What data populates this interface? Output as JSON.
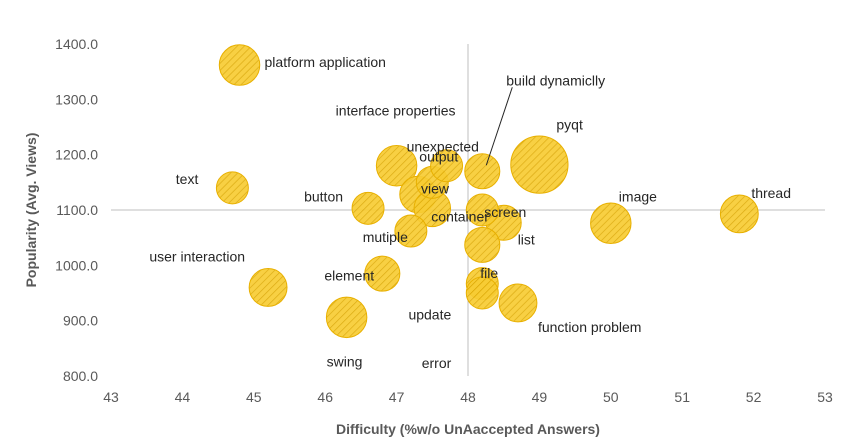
{
  "chart_data": {
    "type": "scatter",
    "subtype": "bubble",
    "title": "",
    "xlabel": "Difficulty (%w/o UnAaccepted Answers)",
    "ylabel": "Popularity (Avg. Views)",
    "xlim": [
      43,
      53
    ],
    "ylim": [
      800,
      1400
    ],
    "x_ticks": [
      "43",
      "44",
      "45",
      "46",
      "47",
      "48",
      "49",
      "50",
      "51",
      "52",
      "53"
    ],
    "y_ticks": [
      "800.0",
      "900.0",
      "1000.0",
      "1100.0",
      "1200.0",
      "1300.0",
      "1400.0"
    ],
    "crosshair": {
      "x": 48,
      "y": 1100
    },
    "grid": false,
    "legend": "none",
    "colors": {
      "fill": "#F5C518",
      "stroke": "#E8B000",
      "hatch": "#D9A400",
      "axis": "#BFBFBF"
    },
    "points": [
      {
        "label": "platform application",
        "x": 44.8,
        "y": 1362,
        "size": 1.6
      },
      {
        "label": "interface properties",
        "x": 47.0,
        "y": 1180,
        "size": 1.6
      },
      {
        "label": "text",
        "x": 44.7,
        "y": 1140,
        "size": 1.0
      },
      {
        "label": "button",
        "x": 46.6,
        "y": 1103,
        "size": 1.0
      },
      {
        "label": "view",
        "x": 47.3,
        "y": 1128,
        "size": 1.3
      },
      {
        "label": "output",
        "x": 47.5,
        "y": 1150,
        "size": 1.0
      },
      {
        "label": "unexpected",
        "x": 47.7,
        "y": 1180,
        "size": 1.0
      },
      {
        "label": "container",
        "x": 47.5,
        "y": 1103,
        "size": 1.3
      },
      {
        "label": "mutiple",
        "x": 47.2,
        "y": 1062,
        "size": 1.0
      },
      {
        "label": "build dynamiclly",
        "x": 48.2,
        "y": 1170,
        "size": 1.2
      },
      {
        "label": "screen",
        "x": 48.2,
        "y": 1100,
        "size": 1.0
      },
      {
        "label": "pyqt",
        "x": 49.0,
        "y": 1182,
        "size": 3.2
      },
      {
        "label": "list",
        "x": 48.5,
        "y": 1077,
        "size": 1.2
      },
      {
        "label": "file",
        "x": 48.2,
        "y": 1037,
        "size": 1.2
      },
      {
        "label": "image",
        "x": 50.0,
        "y": 1076,
        "size": 1.6
      },
      {
        "label": "thread",
        "x": 51.8,
        "y": 1093,
        "size": 1.4
      },
      {
        "label": "user interaction",
        "x": 45.2,
        "y": 960,
        "size": 1.4
      },
      {
        "label": "element",
        "x": 46.8,
        "y": 985,
        "size": 1.2
      },
      {
        "label": "update",
        "x": 48.2,
        "y": 967,
        "size": 1.0
      },
      {
        "label": "error",
        "x": 48.2,
        "y": 950,
        "size": 1.0
      },
      {
        "label": "function problem",
        "x": 48.7,
        "y": 932,
        "size": 1.4
      },
      {
        "label": "swing",
        "x": 46.3,
        "y": 906,
        "size": 1.6
      }
    ]
  }
}
